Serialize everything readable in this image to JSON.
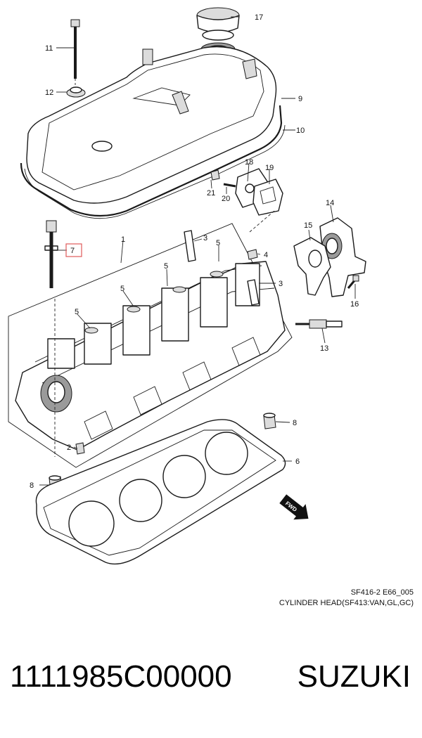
{
  "diagram": {
    "code": "SF416-2 E66_005",
    "title": "CYLINDER HEAD(SF413:VAN,GL,GC)",
    "fwd_label": "FWD",
    "callouts": [
      {
        "id": "c17",
        "label": "17"
      },
      {
        "id": "c11",
        "label": "11"
      },
      {
        "id": "c12",
        "label": "12"
      },
      {
        "id": "c9",
        "label": "9"
      },
      {
        "id": "c10",
        "label": "10"
      },
      {
        "id": "c18",
        "label": "18"
      },
      {
        "id": "c19",
        "label": "19"
      },
      {
        "id": "c21",
        "label": "21"
      },
      {
        "id": "c20",
        "label": "20"
      },
      {
        "id": "c14",
        "label": "14"
      },
      {
        "id": "c15",
        "label": "15"
      },
      {
        "id": "c1",
        "label": "1"
      },
      {
        "id": "c3a",
        "label": "3"
      },
      {
        "id": "c7",
        "label": "7",
        "highlight": true
      },
      {
        "id": "c5a",
        "label": "5"
      },
      {
        "id": "c4",
        "label": "4"
      },
      {
        "id": "c5b",
        "label": "5"
      },
      {
        "id": "c3b",
        "label": "3"
      },
      {
        "id": "c5c",
        "label": "5"
      },
      {
        "id": "c16",
        "label": "16"
      },
      {
        "id": "c5d",
        "label": "5"
      },
      {
        "id": "c13",
        "label": "13"
      },
      {
        "id": "c8a",
        "label": "8"
      },
      {
        "id": "c2",
        "label": "2"
      },
      {
        "id": "c6",
        "label": "6"
      },
      {
        "id": "c8b",
        "label": "8"
      }
    ]
  },
  "product": {
    "part_number": "1111985C00000",
    "brand": "SUZUKI"
  },
  "colors": {
    "highlight_box": "#e05a5a",
    "line": "#1a1a1a"
  }
}
